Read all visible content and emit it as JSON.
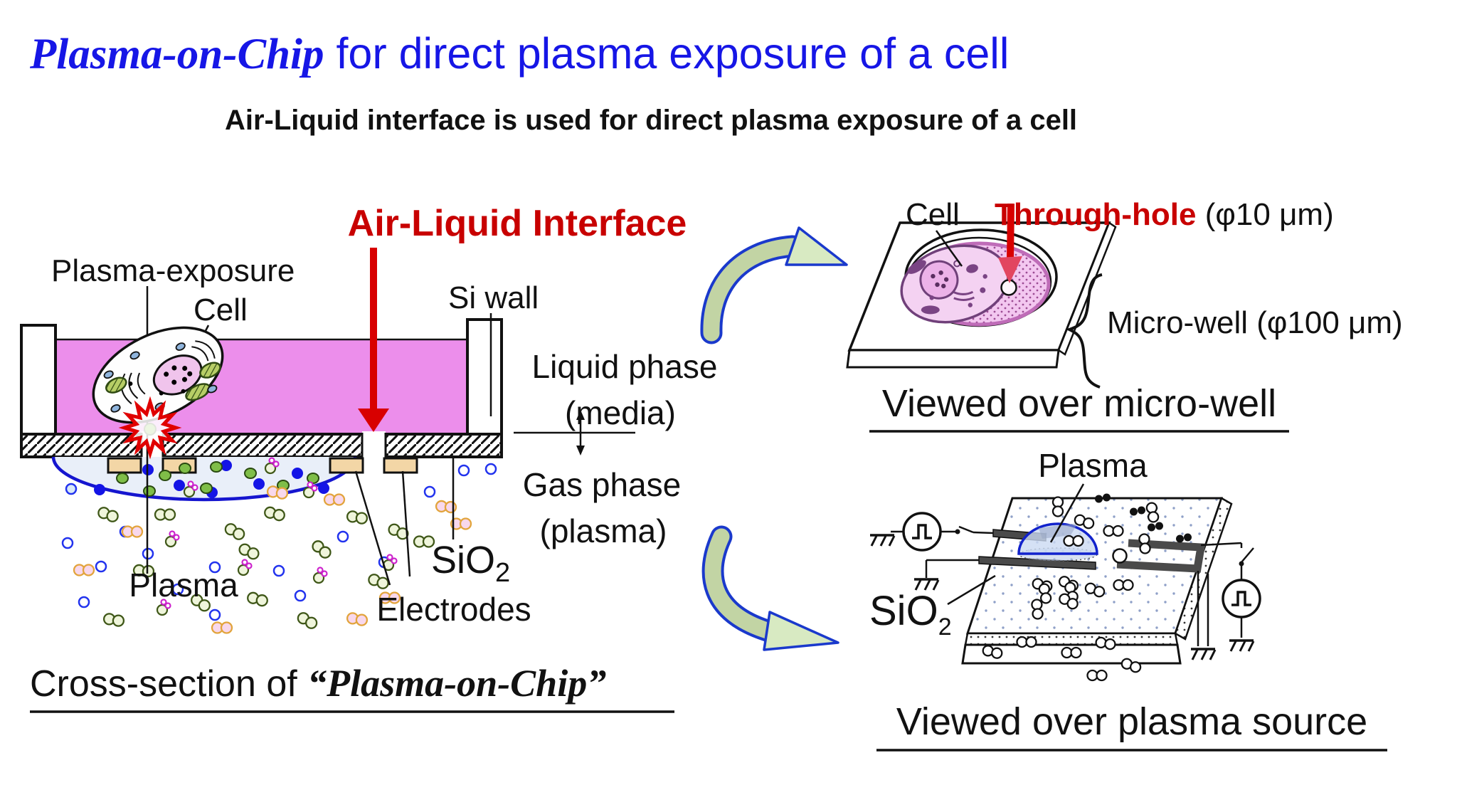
{
  "title": {
    "brand": "Plasma-on-Chip",
    "rest": " for direct plasma exposure of a cell"
  },
  "subtitle": "Air-Liquid interface is used for direct plasma exposure of a cell",
  "cross_section": {
    "air_liquid_interface": "Air-Liquid Interface",
    "plasma_exposure": "Plasma-exposure",
    "cell": "Cell",
    "si_wall": "Si wall",
    "liquid_phase_line1": "Liquid phase",
    "liquid_phase_line2": "(media)",
    "gas_phase_line1": "Gas phase",
    "gas_phase_line2": "(plasma)",
    "sio2_base": "SiO",
    "sio2_sub": "2",
    "electrodes": "Electrodes",
    "plasma": "Plasma",
    "caption_prefix": "Cross-section of ",
    "caption_name": "“Plasma-on-Chip”"
  },
  "micro_well_view": {
    "cell": "Cell",
    "through_hole": "Through-hole",
    "through_hole_dim": " (φ10 μm)",
    "micro_well_label": "Micro-well (φ100 μm)",
    "caption": "Viewed over micro-well"
  },
  "plasma_source_view": {
    "plasma": "Plasma",
    "sio2_base": "SiO",
    "sio2_sub": "2",
    "caption": "Viewed over plasma source"
  },
  "colors": {
    "title_blue": "#1616E6",
    "accent_red": "#C80000",
    "liquid_magenta": "#EC8EEB",
    "electrode_tan": "#F3D6A6",
    "plasma_dome_fill": "#E9EFF9",
    "plasma_dome_stroke": "#1515CF",
    "curved_arrow_fill": "#C2D4A4",
    "curved_arrow_stroke": "#1A39CC"
  }
}
